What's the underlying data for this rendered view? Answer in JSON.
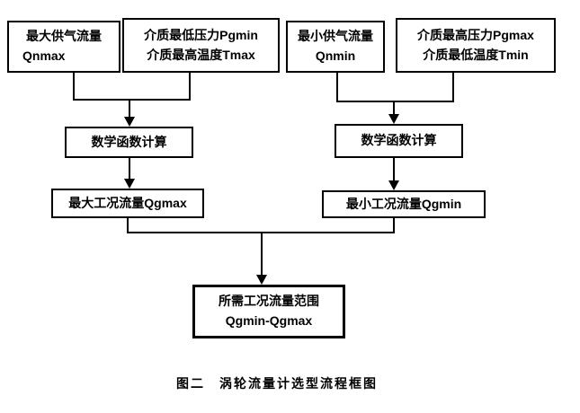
{
  "figure": {
    "caption": "图二　涡轮流量计选型流程框图"
  },
  "nodes": {
    "qnmax": {
      "line1": "最大供气流量",
      "line2": "Qnmax"
    },
    "pgmin_tmax": {
      "line1": "介质最低压力Pgmin",
      "line2": "介质最高温度Tmax"
    },
    "qnmin": {
      "line1": "最小供气流量",
      "line2": "Qnmin"
    },
    "pgmax_tmin": {
      "line1": "介质最高压力Pgmax",
      "line2": "介质最低温度Tmin"
    },
    "math_left": {
      "line1": "数学函数计算"
    },
    "math_right": {
      "line1": "数学函数计算"
    },
    "qgmax": {
      "line1": "最大工况流量Qgmax"
    },
    "qgmin": {
      "line1": "最小工况流量Qgmin"
    },
    "range": {
      "line1": "所需工况流量范围",
      "line2": "Qgmin-Qgmax"
    }
  },
  "colors": {
    "line": "#000000",
    "background": "#ffffff"
  }
}
